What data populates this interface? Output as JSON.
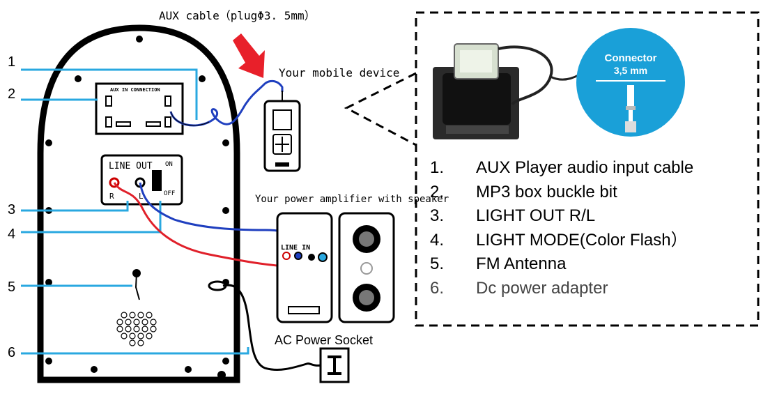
{
  "annotations": {
    "aux_cable": "AUX cable（plugΦ3. 5mm）",
    "mobile_device": "Your mobile device",
    "power_amplifier": "Your power amplifier with speaker",
    "ac_power_socket": "AC Power  Socket"
  },
  "callouts": [
    "1",
    "2",
    "3",
    "4",
    "5",
    "6"
  ],
  "panel_labels": {
    "aux_in_connection": "AUX IN CONNECTION",
    "line_out": "LINE OUT",
    "on": "ON",
    "off": "OFF",
    "r": "R",
    "l": "L",
    "line_in": "LINE IN"
  },
  "connector_badge": {
    "title": "Connector",
    "size": "3,5 mm"
  },
  "legend": [
    {
      "index": "1.",
      "text": "AUX Player audio input cable"
    },
    {
      "index": "2.",
      "text": "MP3 box buckle bit"
    },
    {
      "index": "3.",
      "text": "LIGHT OUT R/L"
    },
    {
      "index": "4.",
      "text": "LIGHT MODE(Color Flash）"
    },
    {
      "index": "5.",
      "text": "FM Antenna"
    },
    {
      "index": "6.",
      "text": "Dc power adapter"
    }
  ],
  "colors": {
    "callout_line": "#29a8e0",
    "arrow": "#e8202a",
    "badge": "#1aa0d8",
    "cable_red": "#e0202a",
    "cable_blue": "#1f3fbf"
  }
}
